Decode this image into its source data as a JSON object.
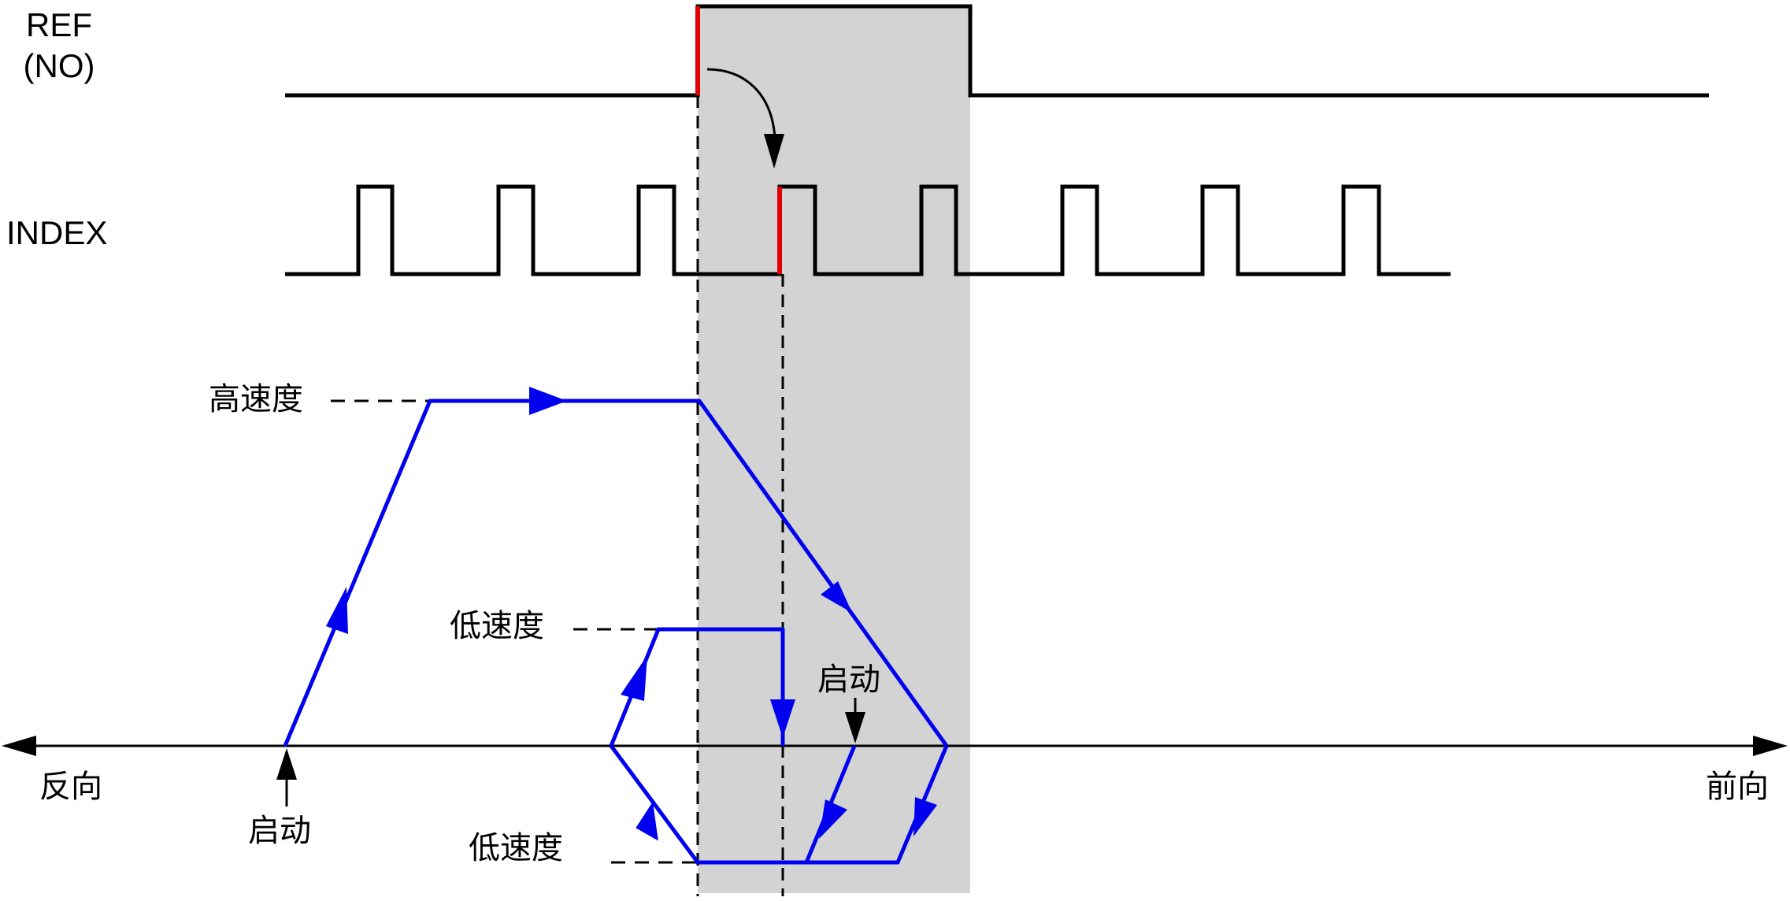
{
  "signals": {
    "ref_label_line1": "REF",
    "ref_label_line2": "(NO)",
    "index_label": "INDEX"
  },
  "speed_labels": {
    "high": "高速度",
    "low_upper": "低速度",
    "low_lower": "低速度"
  },
  "start_labels": {
    "left": "启动",
    "right": "启动"
  },
  "direction_labels": {
    "reverse": "反向",
    "forward": "前向"
  },
  "colors": {
    "signal": "#000000",
    "edge_highlight": "#e00000",
    "velocity": "#0000ee",
    "window": "#d3d3d3",
    "axis": "#000000"
  }
}
